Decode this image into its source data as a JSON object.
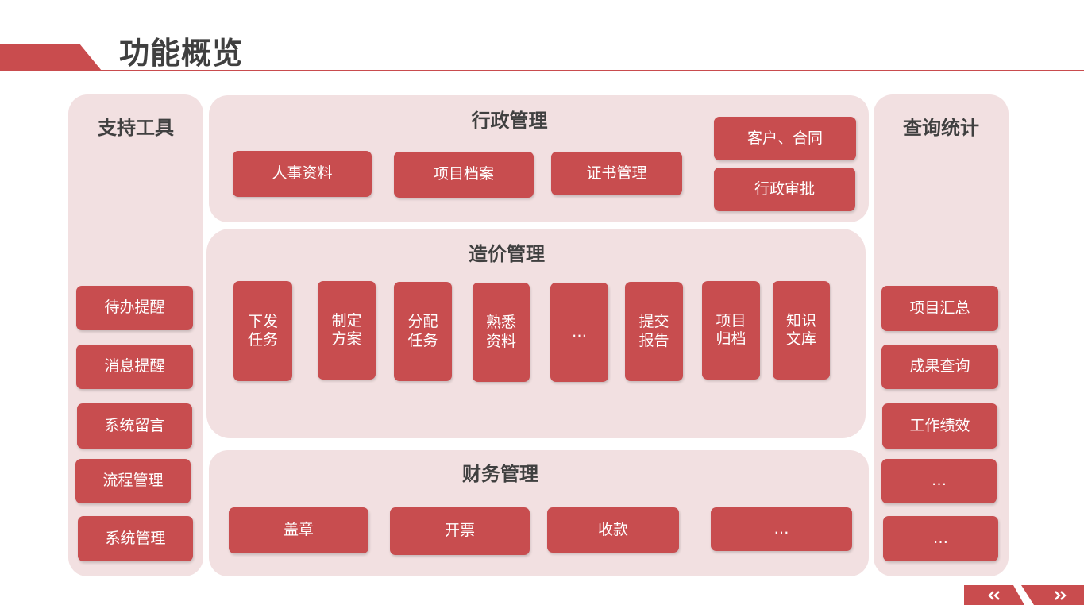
{
  "page": {
    "title": "功能概览"
  },
  "support_tools": {
    "title": "支持工具",
    "items": [
      "待办提醒",
      "消息提醒",
      "系统留言",
      "流程管理",
      "系统管理"
    ]
  },
  "admin": {
    "title": "行政管理",
    "items": [
      "人事资料",
      "项目档案",
      "证书管理",
      "客户、合同",
      "行政审批"
    ]
  },
  "cost": {
    "title": "造价管理",
    "items": [
      "下发\n任务",
      "制定\n方案",
      "分配\n任务",
      "熟悉\n资料",
      "…",
      "提交\n报告",
      "项目\n归档",
      "知识\n文库"
    ]
  },
  "finance": {
    "title": "财务管理",
    "items": [
      "盖章",
      "开票",
      "收款",
      "…"
    ]
  },
  "query": {
    "title": "查询统计",
    "items": [
      "项目汇总",
      "成果查询",
      "工作绩效",
      "…",
      "…"
    ]
  },
  "nav": {
    "prev_icon": "double-chevron-left-icon",
    "next_icon": "double-chevron-right-icon"
  },
  "colors": {
    "accent": "#c84d4f",
    "panel_bg": "#f2e0e1",
    "title_text": "#3f3f3f"
  }
}
